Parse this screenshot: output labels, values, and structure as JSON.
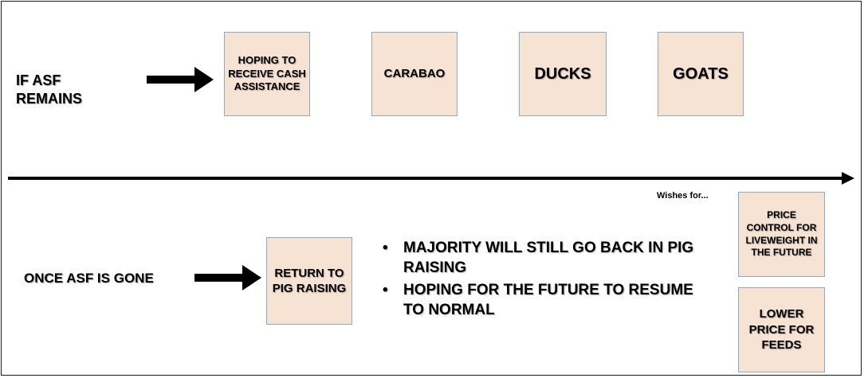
{
  "colors": {
    "box_fill": "#f7e3d4",
    "box_border": "#8ea9c8",
    "line": "#000000"
  },
  "top": {
    "condition": "IF ASF REMAINS",
    "boxes": [
      "HOPING TO RECEIVE CASH ASSISTANCE",
      "CARABAO",
      "DUCKS",
      "GOATS"
    ]
  },
  "bottom": {
    "condition": "ONCE ASF IS GONE",
    "box": "RETURN TO PIG RAISING",
    "bullets": [
      "MAJORITY WILL STILL GO BACK IN PIG RAISING",
      "HOPING FOR THE FUTURE TO RESUME TO NORMAL"
    ],
    "wishes_label": "Wishes for...",
    "wishes": [
      "PRICE CONTROL FOR LIVEWEIGHT IN THE FUTURE",
      "LOWER PRICE FOR FEEDS"
    ]
  }
}
